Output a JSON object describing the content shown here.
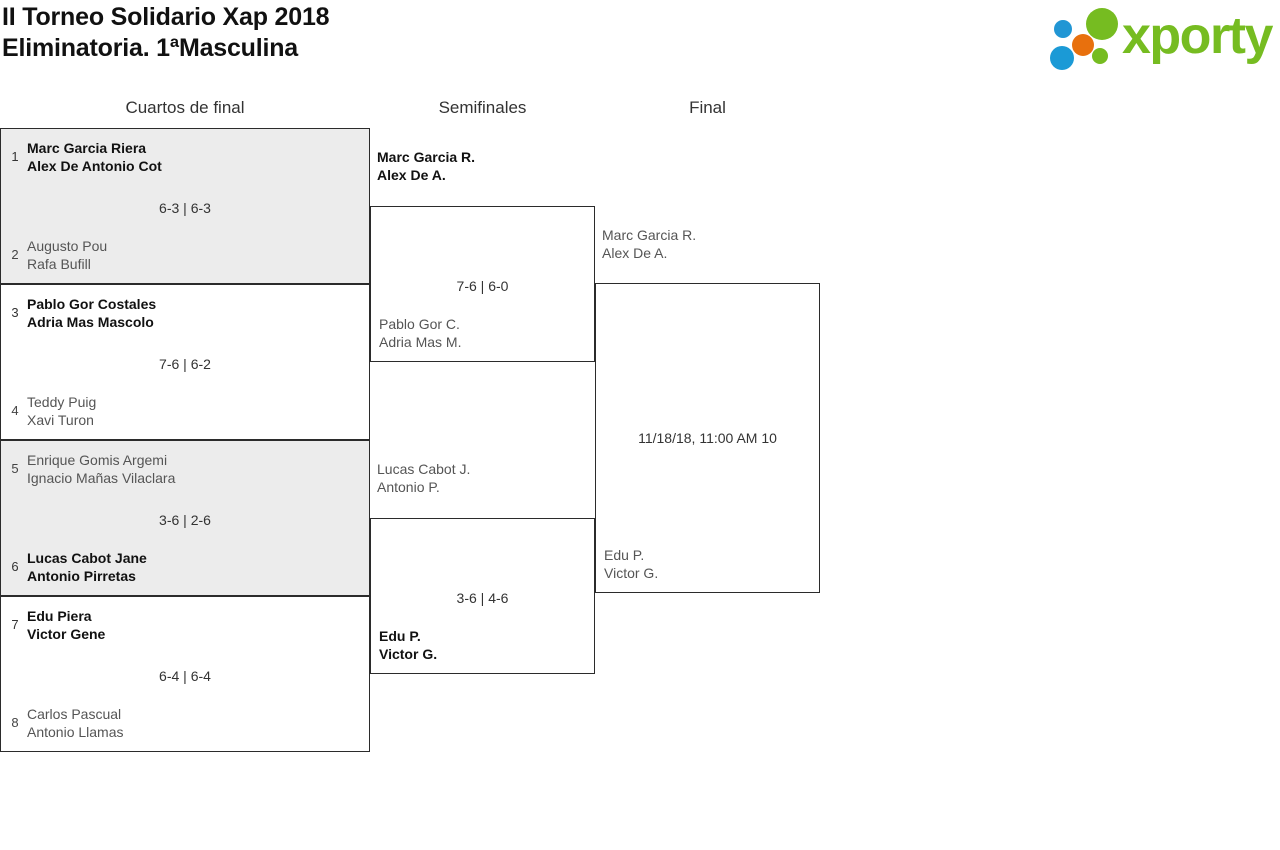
{
  "header": {
    "title_line1": "II Torneo Solidario Xap 2018",
    "title_line2": "Eliminatoria. 1ªMasculina",
    "logo_text": "xporty",
    "logo_colors": {
      "green": "#76bc21",
      "blue": "#1b9ad6",
      "orange": "#e8700d"
    }
  },
  "rounds": [
    {
      "label": "Cuartos de final"
    },
    {
      "label": "Semifinales"
    },
    {
      "label": "Final"
    }
  ],
  "quarterfinals": [
    {
      "shaded": true,
      "top": {
        "seed": "1",
        "p1": "Marc Garcia Riera",
        "p2": "Alex De Antonio Cot",
        "winner": true
      },
      "bottom": {
        "seed": "2",
        "p1": "Augusto Pou",
        "p2": "Rafa Bufill",
        "winner": false
      },
      "score": "6-3 | 6-3"
    },
    {
      "shaded": false,
      "top": {
        "seed": "3",
        "p1": "Pablo Gor Costales",
        "p2": "Adria Mas Mascolo",
        "winner": true
      },
      "bottom": {
        "seed": "4",
        "p1": "Teddy Puig",
        "p2": "Xavi Turon",
        "winner": false
      },
      "score": "7-6 | 6-2"
    },
    {
      "shaded": true,
      "top": {
        "seed": "5",
        "p1": "Enrique Gomis Argemi",
        "p2": "Ignacio Mañas Vilaclara",
        "winner": false
      },
      "bottom": {
        "seed": "6",
        "p1": "Lucas Cabot Jane",
        "p2": "Antonio Pirretas",
        "winner": true
      },
      "score": "3-6 | 2-6"
    },
    {
      "shaded": false,
      "top": {
        "seed": "7",
        "p1": "Edu Piera",
        "p2": "Victor Gene",
        "winner": true
      },
      "bottom": {
        "seed": "8",
        "p1": "Carlos Pascual",
        "p2": "Antonio Llamas",
        "winner": false
      },
      "score": "6-4 | 6-4"
    }
  ],
  "semifinals": [
    {
      "top": {
        "p1": "Marc Garcia R.",
        "p2": "Alex De A.",
        "winner": true
      },
      "bottom": {
        "p1": "Pablo Gor C.",
        "p2": "Adria Mas M.",
        "winner": false
      },
      "score": "7-6 | 6-0"
    },
    {
      "top": {
        "p1": "Lucas Cabot J.",
        "p2": "Antonio P.",
        "winner": false
      },
      "bottom": {
        "p1": "Edu P.",
        "p2": "Victor G.",
        "winner": true
      },
      "score": "3-6 | 4-6"
    }
  ],
  "final": {
    "top": {
      "p1": "Marc Garcia R.",
      "p2": "Alex De A.",
      "winner": false
    },
    "bottom": {
      "p1": "Edu P.",
      "p2": "Victor G.",
      "winner": false
    },
    "score": "11/18/18, 11:00 AM 10"
  }
}
